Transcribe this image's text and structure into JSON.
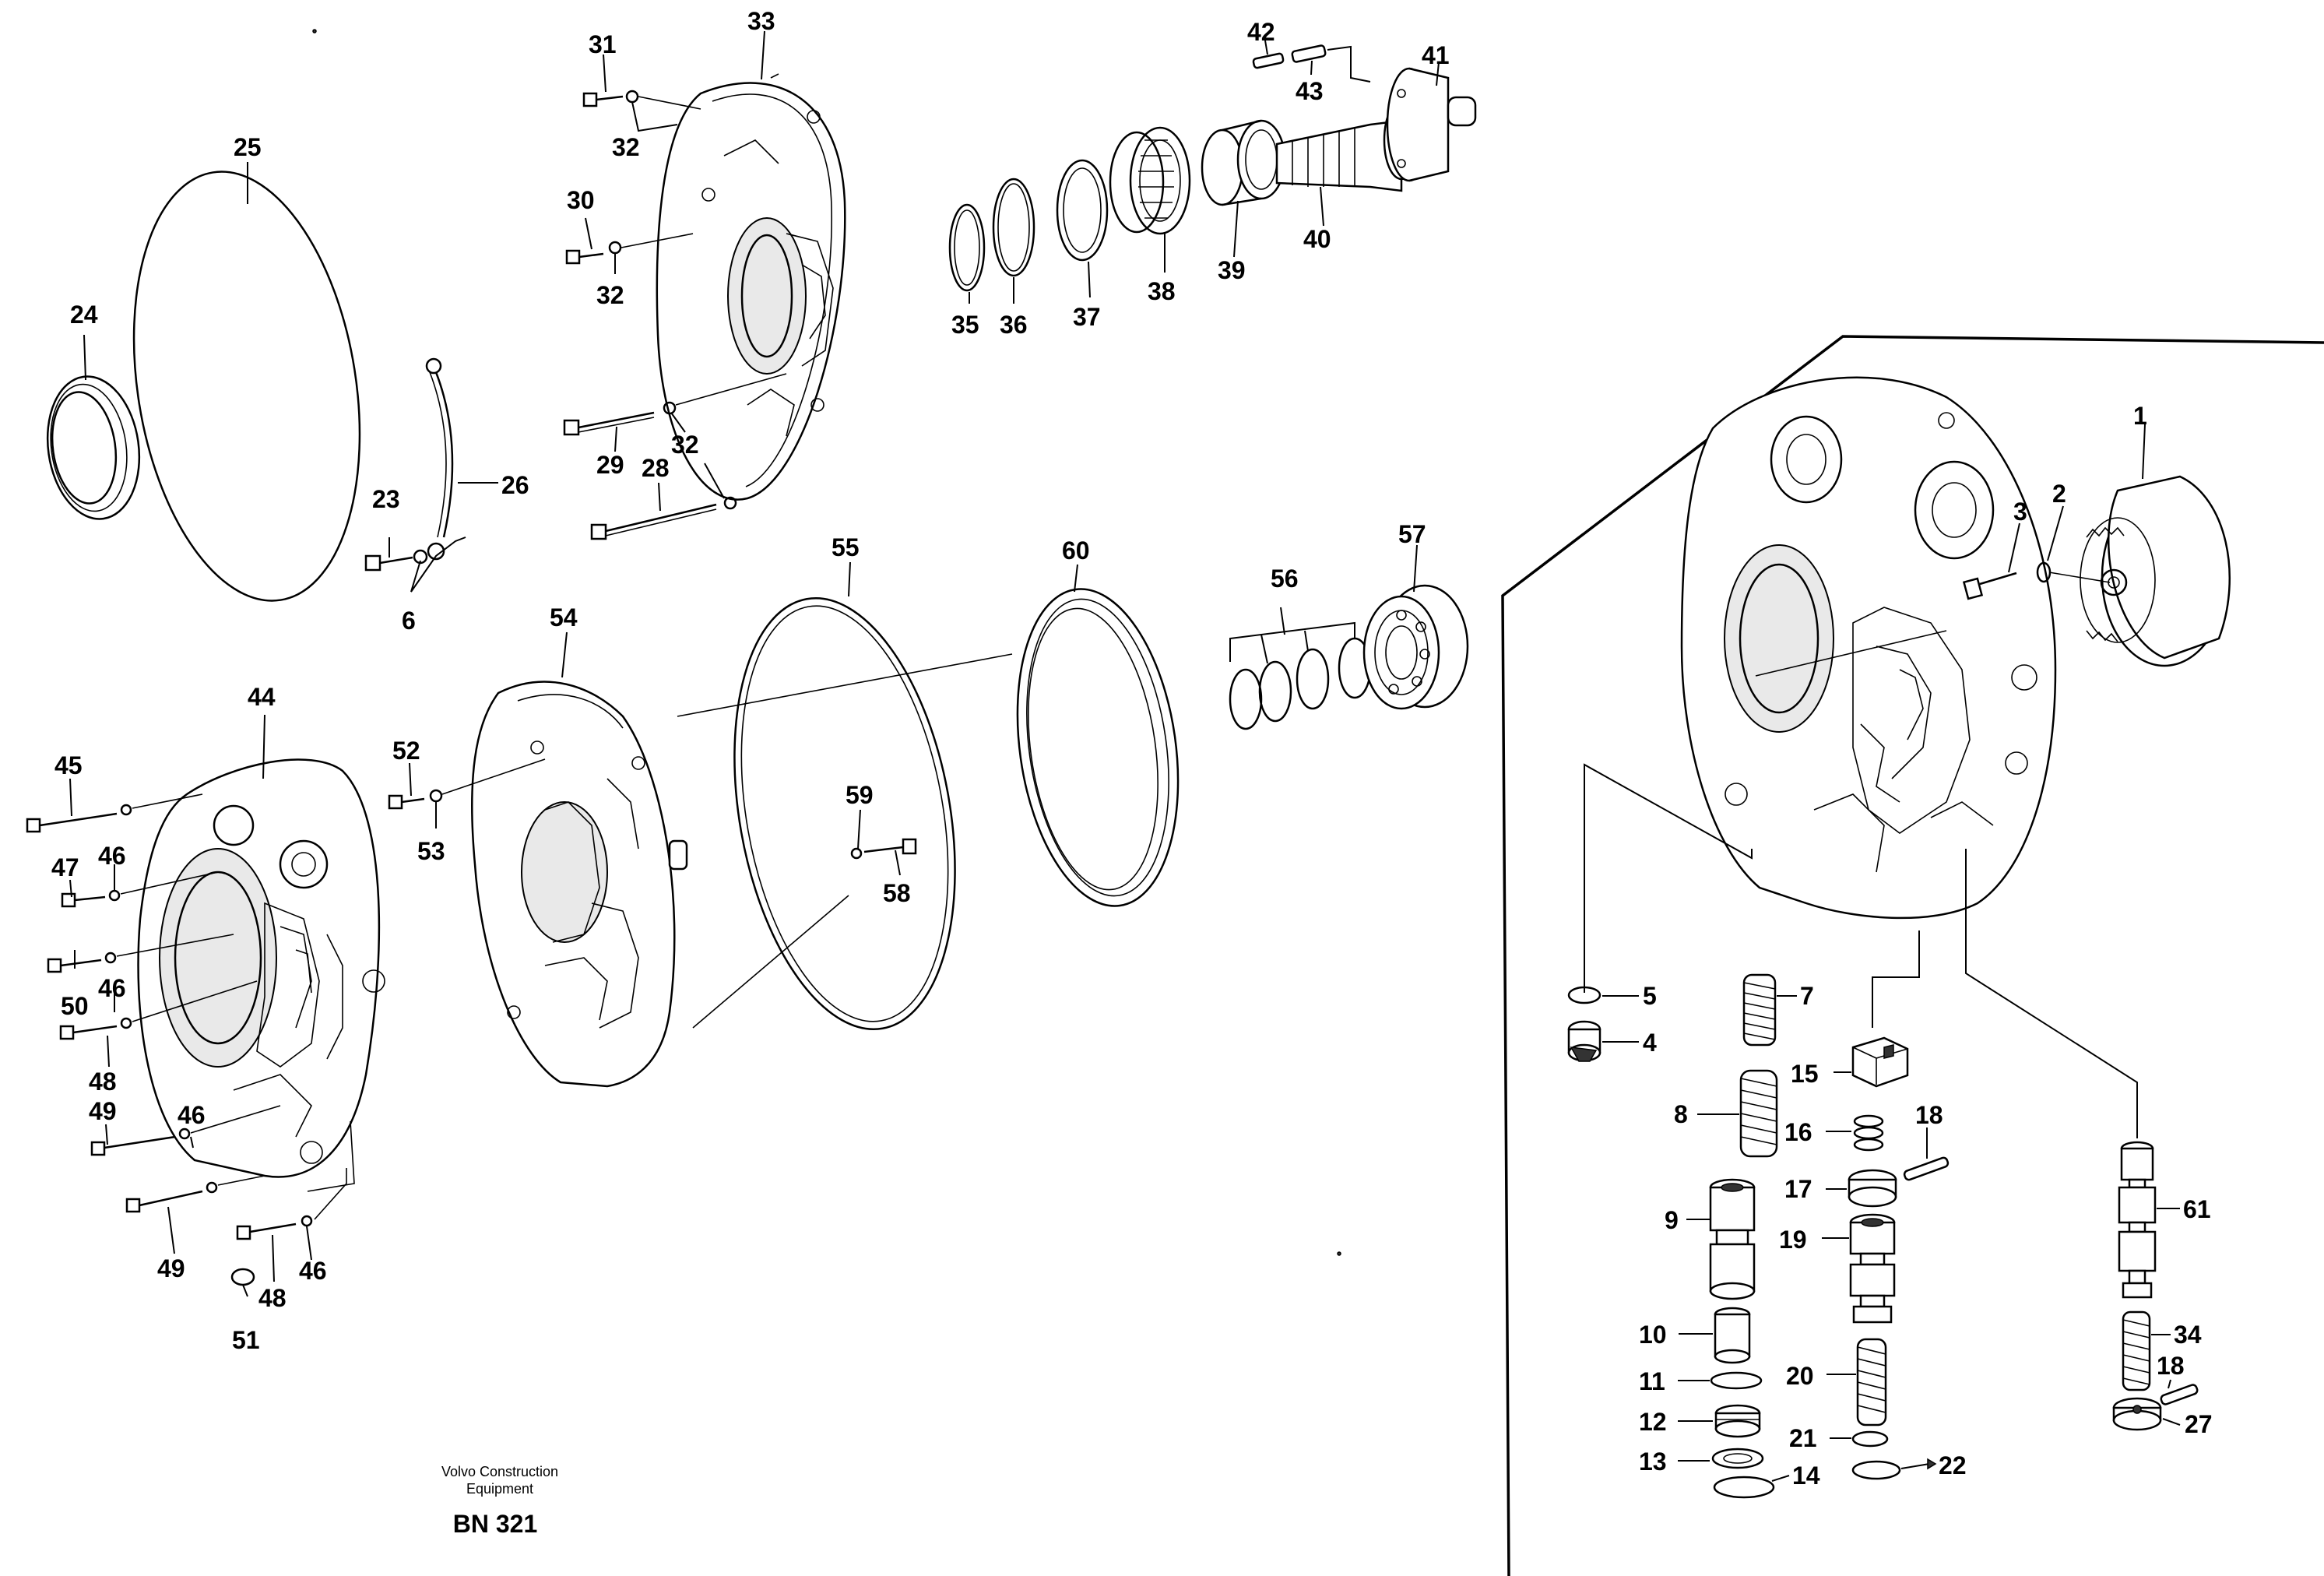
{
  "labels": {
    "p1": "1",
    "p2": "2",
    "p3": "3",
    "p4": "4",
    "p5": "5",
    "p6": "6",
    "p7": "7",
    "p8": "8",
    "p9": "9",
    "p10": "10",
    "p11": "11",
    "p12": "12",
    "p13": "13",
    "p14": "14",
    "p15": "15",
    "p16": "16",
    "p17": "17",
    "p18a": "18",
    "p18b": "18",
    "p19": "19",
    "p20": "20",
    "p21": "21",
    "p22": "22",
    "p23": "23",
    "p24": "24",
    "p25": "25",
    "p26": "26",
    "p27": "27",
    "p28": "28",
    "p29": "29",
    "p30": "30",
    "p31": "31",
    "p32a": "32",
    "p32b": "32",
    "p32c": "32",
    "p33": "33",
    "p34": "34",
    "p35": "35",
    "p36": "36",
    "p37": "37",
    "p38": "38",
    "p39": "39",
    "p40": "40",
    "p41": "41",
    "p42": "42",
    "p43": "43",
    "p44": "44",
    "p45": "45",
    "p46a": "46",
    "p46b": "46",
    "p46c": "46",
    "p46d": "46",
    "p47": "47",
    "p48a": "48",
    "p48b": "48",
    "p49a": "49",
    "p49b": "49",
    "p50": "50",
    "p51": "51",
    "p52": "52",
    "p53": "53",
    "p54": "54",
    "p55": "55",
    "p56": "56",
    "p57": "57",
    "p58": "58",
    "p59": "59",
    "p60": "60",
    "p61": "61"
  },
  "footer": {
    "company_line1": "Volvo Construction",
    "company_line2": "Equipment",
    "drawing_code": "BN 321"
  }
}
